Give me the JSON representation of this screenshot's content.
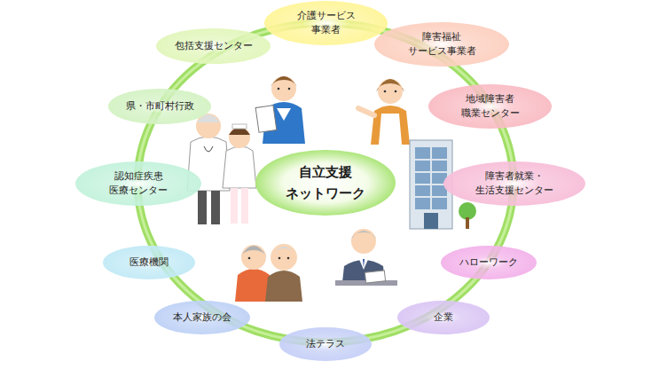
{
  "diagram": {
    "nodes": [
      {
        "text": [
          "自立支援 ネットワーク"
        ]
      },
      {
        "text": [
          "介護サービス 事業者"
        ]
      },
      {
        "text": [
          "障害福祉 サービス事業者"
        ]
      },
      {
        "text": [
          "地域障害者 職業センター"
        ]
      },
      {
        "text": [
          "障害者就業・ 生活支援センター"
        ]
      },
      {
        "text": [
          "ハローワーク"
        ]
      },
      {
        "text": [
          "企業"
        ]
      },
      {
        "text": [
          "法テラス"
        ]
      },
      {
        "text": [
          "本人家族の会"
        ]
      },
      {
        "text": [
          "医療機関"
        ]
      },
      {
        "text": [
          "認知症疾患 医療センター"
        ]
      },
      {
        "text": [
          "県・市町村行政"
        ]
      },
      {
        "text": [
          "包括支援センター"
        ]
      }
    ]
  }
}
